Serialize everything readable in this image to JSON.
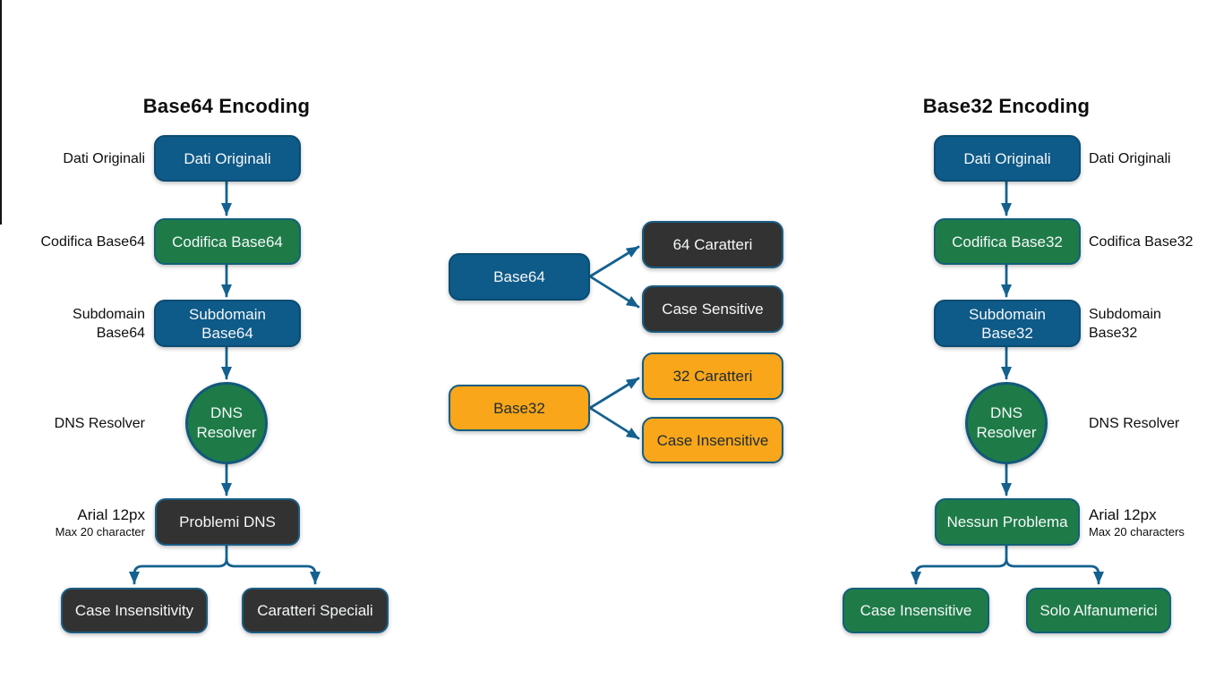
{
  "colors": {
    "node_blue": "#0e5a88",
    "node_green": "#1e7b48",
    "node_dark": "#323232",
    "node_orange": "#f9a61a",
    "arrow": "#14618f",
    "background": "#ffffff"
  },
  "left": {
    "title": "Base64 Encoding",
    "side_labels": {
      "dati": "Dati Originali",
      "codifica": "Codifica Base64",
      "subdomain_line1": "Subdomain",
      "subdomain_line2": "Base64",
      "dns": "DNS Resolver",
      "font_line1": "Arial 12px",
      "font_line2": "Max 20 character"
    },
    "nodes": {
      "dati": "Dati Originali",
      "codifica": "Codifica Base64",
      "subdomain_line1": "Subdomain",
      "subdomain_line2": "Base64",
      "dns_line1": "DNS",
      "dns_line2": "Resolver",
      "problemi": "Problemi DNS",
      "child_left": "Case Insensitivity",
      "child_right": "Caratteri Speciali"
    }
  },
  "middle": {
    "top": {
      "source": "Base64",
      "target1": "64 Caratteri",
      "target2": "Case Sensitive"
    },
    "bottom": {
      "source": "Base32",
      "target1": "32 Caratteri",
      "target2": "Case Insensitive"
    }
  },
  "right": {
    "title": "Base32 Encoding",
    "side_labels": {
      "dati": "Dati Originali",
      "codifica": "Codifica Base32",
      "subdomain_line1": "Subdomain",
      "subdomain_line2": "Base32",
      "dns": "DNS Resolver",
      "font_line1": "Arial 12px",
      "font_line2": "Max 20 characters"
    },
    "nodes": {
      "dati": "Dati Originali",
      "codifica": "Codifica Base32",
      "subdomain_line1": "Subdomain",
      "subdomain_line2": "Base32",
      "dns_line1": "DNS",
      "dns_line2": "Resolver",
      "nessun": "Nessun Problema",
      "child_left": "Case Insensitive",
      "child_right": "Solo Alfanumerici"
    }
  }
}
